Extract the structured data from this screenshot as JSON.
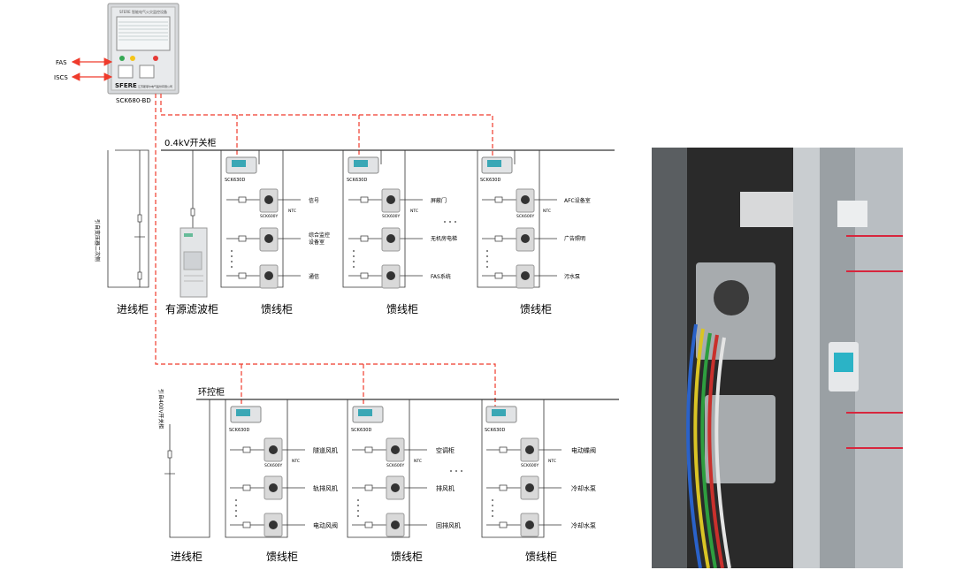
{
  "main_unit": {
    "header_text": "SFERE 智能电气火灾监控设备",
    "brand": "SFERE",
    "model": "SCK680-BD",
    "subtitle": "江苏斯菲尔电气股份有限公司"
  },
  "links": {
    "fas": "FAS",
    "iscs": "ISCS"
  },
  "section1": {
    "bus_label": "0.4kV开关柜",
    "incoming_label": "进线柜",
    "incoming_side_text": "引自变压器二次侧",
    "filter_label": "有源滤波柜",
    "feeders": [
      {
        "label": "馈线柜",
        "monitor": "SCK630D",
        "sensor": "SCK600Y",
        "ntc": "NTC",
        "loads": [
          "信号",
          "综合监控",
          "设备室",
          "通信"
        ]
      },
      {
        "label": "馈线柜",
        "monitor": "SCK630D",
        "sensor": "SCK600Y",
        "ntc": "NTC",
        "loads": [
          "屏蔽门",
          "无机房电梯",
          "FAS系统"
        ]
      },
      {
        "label": "馈线柜",
        "monitor": "SCK630D",
        "sensor": "SCK600Y",
        "ntc": "NTC",
        "loads": [
          "AFC设备室",
          "广告照明",
          "污水泵"
        ]
      }
    ]
  },
  "section2": {
    "bus_label": "环控柜",
    "incoming_label": "进线柜",
    "incoming_side_text": "引自400V开关柜",
    "feeders": [
      {
        "label": "馈线柜",
        "monitor": "SCK630D",
        "sensor": "SCK600Y",
        "ntc": "NTC",
        "loads": [
          "隧道风机",
          "轨排风机",
          "电动风阀"
        ]
      },
      {
        "label": "馈线柜",
        "monitor": "SCK630D",
        "sensor": "SCK600Y",
        "ntc": "NTC",
        "loads": [
          "空调柜",
          "排风机",
          "回排风机"
        ]
      },
      {
        "label": "馈线柜",
        "monitor": "SCK630D",
        "sensor": "SCK600Y",
        "ntc": "NTC",
        "loads": [
          "电动蝶阀",
          "冷却水泵",
          "冷却水泵"
        ]
      }
    ]
  },
  "colors": {
    "bus": "#ef3b2c",
    "wire": "#333333",
    "device": "#d9d9d9",
    "screen": "#3aa7b5",
    "photo_bg": "#2a2a2a"
  }
}
